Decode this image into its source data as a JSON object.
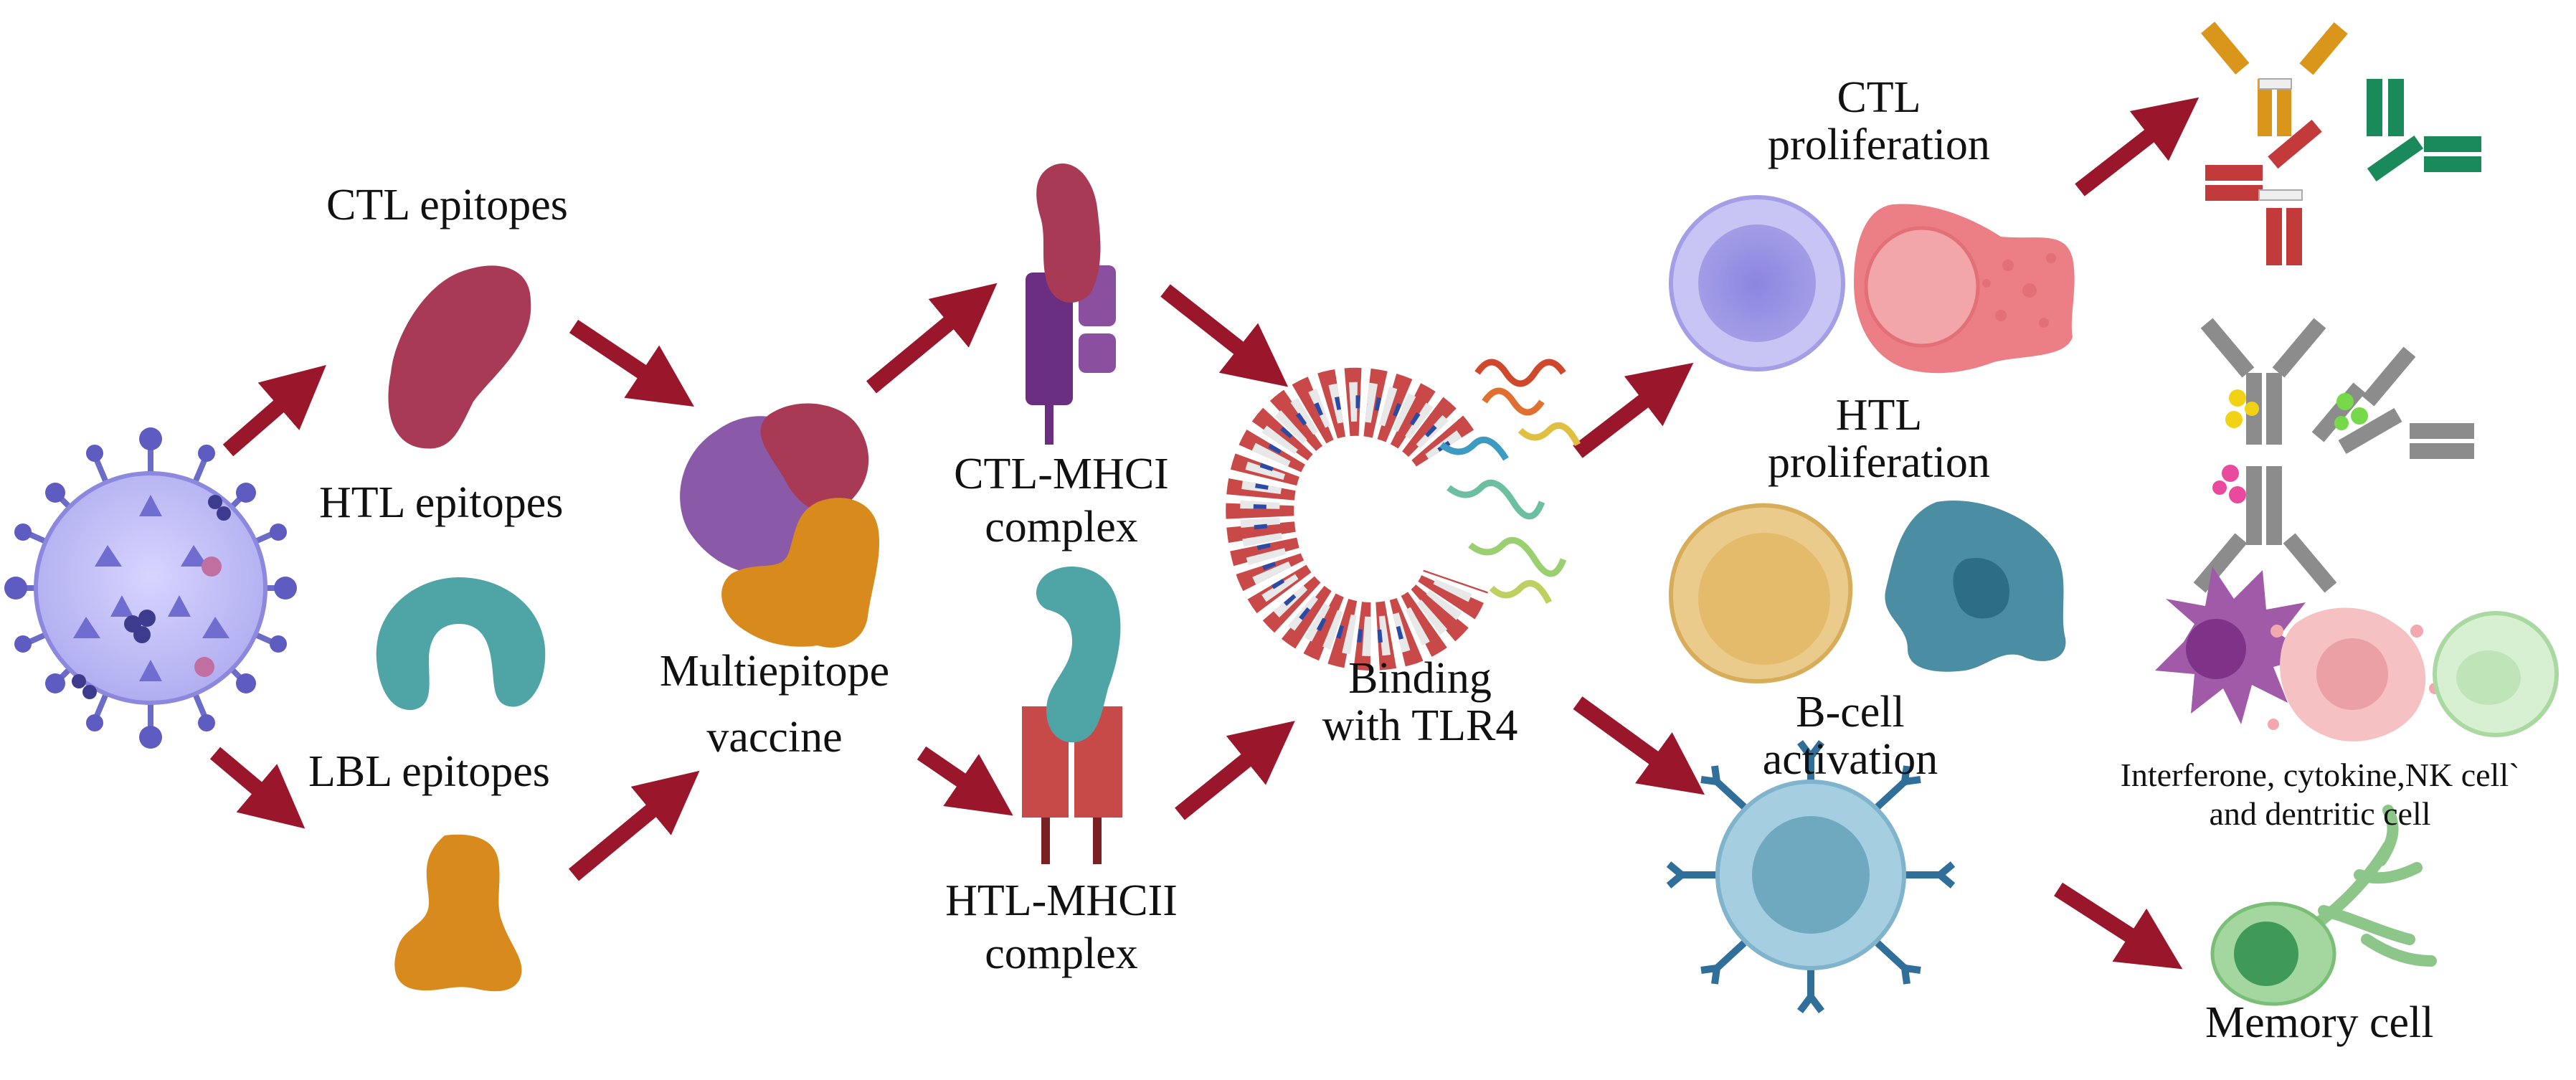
{
  "labels": {
    "ctl_epitopes": "CTL epitopes",
    "htl_epitopes": "HTL epitopes",
    "lbl_epitopes": "LBL epitopes",
    "multiepitope_line1": "Multiepitope",
    "multiepitope_line2": "vaccine",
    "ctl_mhci_line1": "CTL-MHCI",
    "ctl_mhci_line2": "complex",
    "htl_mhcii_line1": "HTL-MHCII",
    "htl_mhcii_line2": "complex",
    "binding_line1": "Binding",
    "binding_line2": "with TLR4",
    "ctl_prolif_line1": "CTL",
    "ctl_prolif_line2": "proliferation",
    "htl_prolif_line1": "HTL",
    "htl_prolif_line2": "proliferation",
    "bcell_line1": "B-cell",
    "bcell_line2": "activation",
    "interferon_line1": "Interferone, cytokine,NK cell`",
    "interferon_line2": "and dentritic cell",
    "memory_cell": "Memory cell"
  },
  "colors": {
    "arrow": "#99162b",
    "ctl_epitope": "#a83a55",
    "htl_epitope": "#4fa5a5",
    "lbl_epitope": "#d98a1c",
    "vaccine_purple": "#8a5aa8",
    "mhci_purple": "#6a2f80",
    "mhcii_red": "#c84a48",
    "virus": "#7f7fd8",
    "ctl_cell": "#b7b3ef",
    "pink_cell": "#ec7e85",
    "htl_cell": "#e8c37a",
    "blue_cell": "#4b8da3",
    "bcell": "#a5cfe0",
    "memory_cell": "#a4d6a0",
    "ab_orange": "#d9961b",
    "ab_green": "#1a8a5a",
    "ab_red": "#c23a3a",
    "ab_gray": "#8c8c8c"
  }
}
